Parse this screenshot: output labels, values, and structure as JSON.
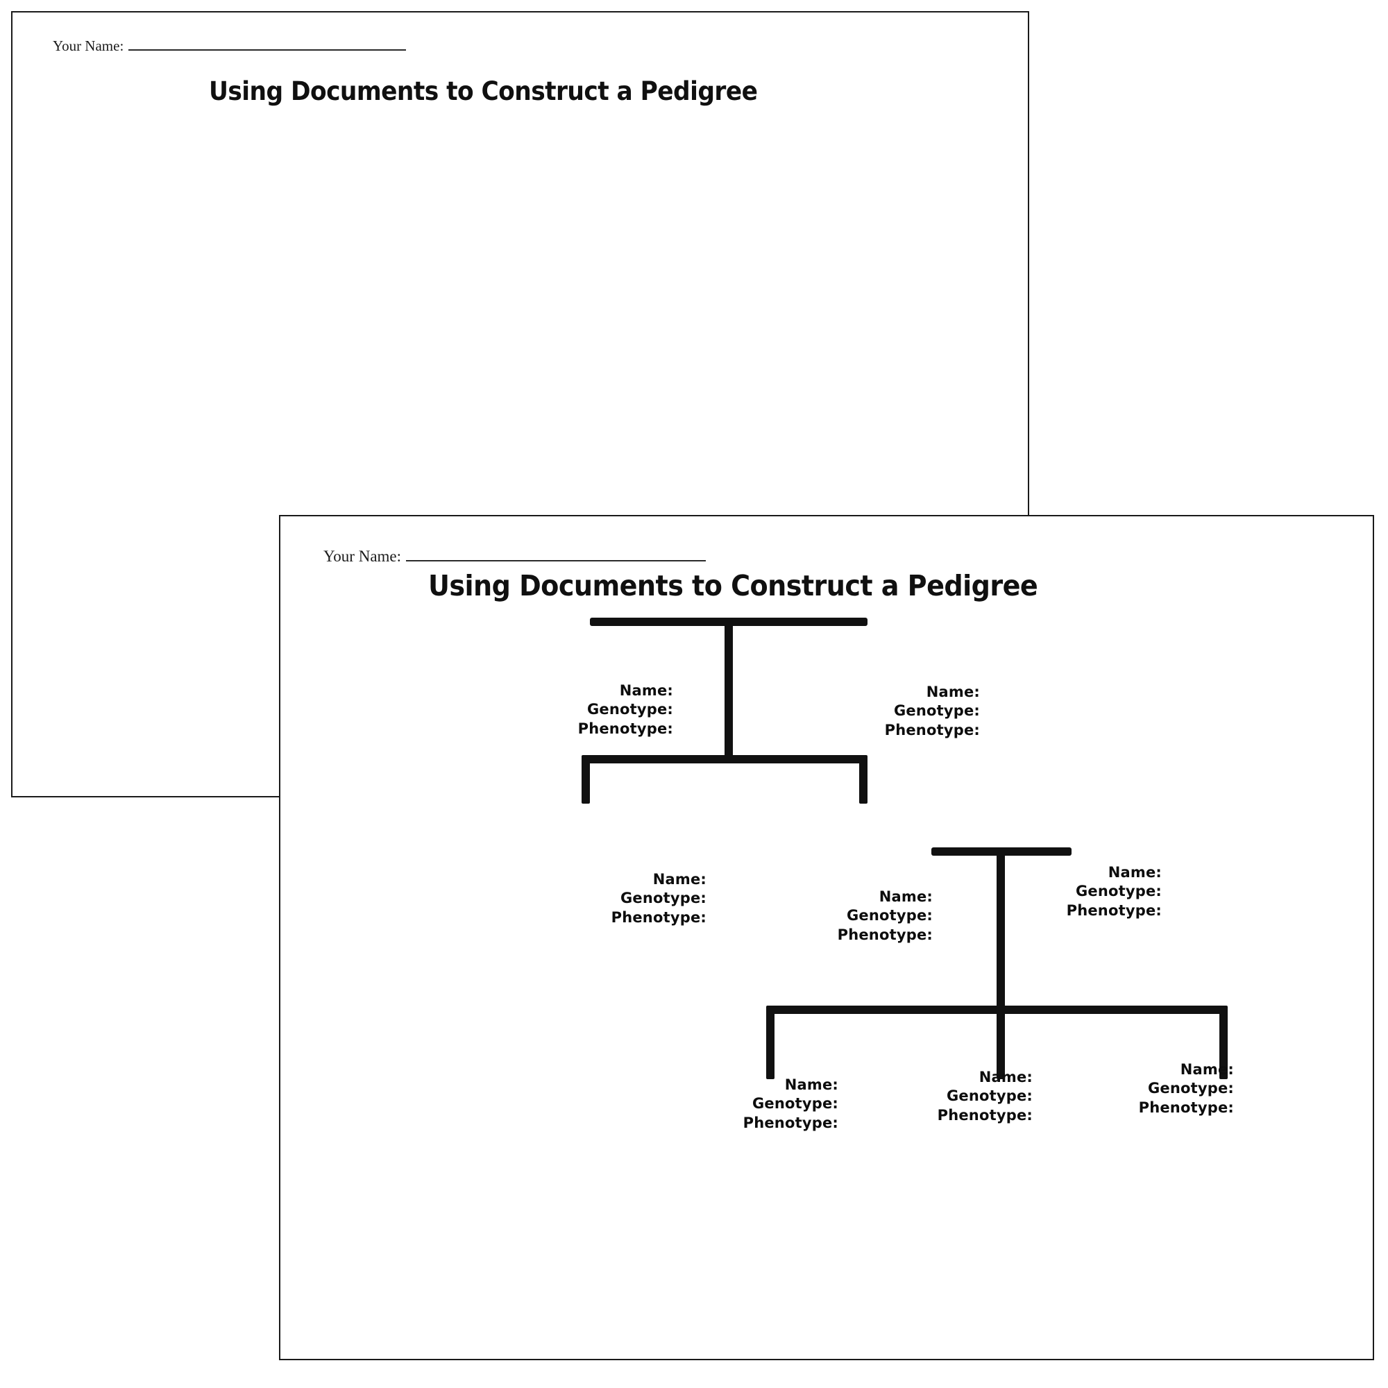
{
  "document": {
    "title": "Using Documents to Construct a Pedigree",
    "name_label": "Your Name:",
    "name_value": ""
  },
  "pages": [
    {
      "id": "page-back",
      "name_label": "Your Name:",
      "title": "Using Documents to Construct a Pedigree",
      "has_pedigree": false
    },
    {
      "id": "page-front",
      "name_label": "Your Name:",
      "title": "Using Documents to Construct a Pedigree",
      "has_pedigree": true
    }
  ],
  "pedigree": {
    "fields": {
      "name": "Name:",
      "genotype": "Genotype:",
      "phenotype": "Phenotype:"
    },
    "individuals": [
      {
        "id": "p-1",
        "generation": 1,
        "position": "left",
        "name": "Name:",
        "genotype": "Genotype:",
        "phenotype": "Phenotype:"
      },
      {
        "id": "p-2",
        "generation": 1,
        "position": "right",
        "name": "Name:",
        "genotype": "Genotype:",
        "phenotype": "Phenotype:"
      },
      {
        "id": "p-3",
        "generation": 2,
        "position": "left",
        "name": "Name:",
        "genotype": "Genotype:",
        "phenotype": "Phenotype:"
      },
      {
        "id": "p-4",
        "generation": 2,
        "position": "middle",
        "name": "Name:",
        "genotype": "Genotype:",
        "phenotype": "Phenotype:"
      },
      {
        "id": "p-5",
        "generation": 2,
        "position": "right",
        "name": "Name:",
        "genotype": "Genotype:",
        "phenotype": "Phenotype:"
      },
      {
        "id": "p-6",
        "generation": 3,
        "position": "left",
        "name": "Name:",
        "genotype": "Genotype:",
        "phenotype": "Phenotype:"
      },
      {
        "id": "p-7",
        "generation": 3,
        "position": "middle",
        "name": "Name:",
        "genotype": "Genotype:",
        "phenotype": "Phenotype:"
      },
      {
        "id": "p-8",
        "generation": 3,
        "position": "right",
        "name": "Name:",
        "genotype": "Genotype:",
        "phenotype": "Phenotype:"
      }
    ],
    "colors": {
      "line": "#111111",
      "text": "#0d0d0d",
      "page_border": "#1a1a1a",
      "page_fill": "#ffffff"
    }
  }
}
